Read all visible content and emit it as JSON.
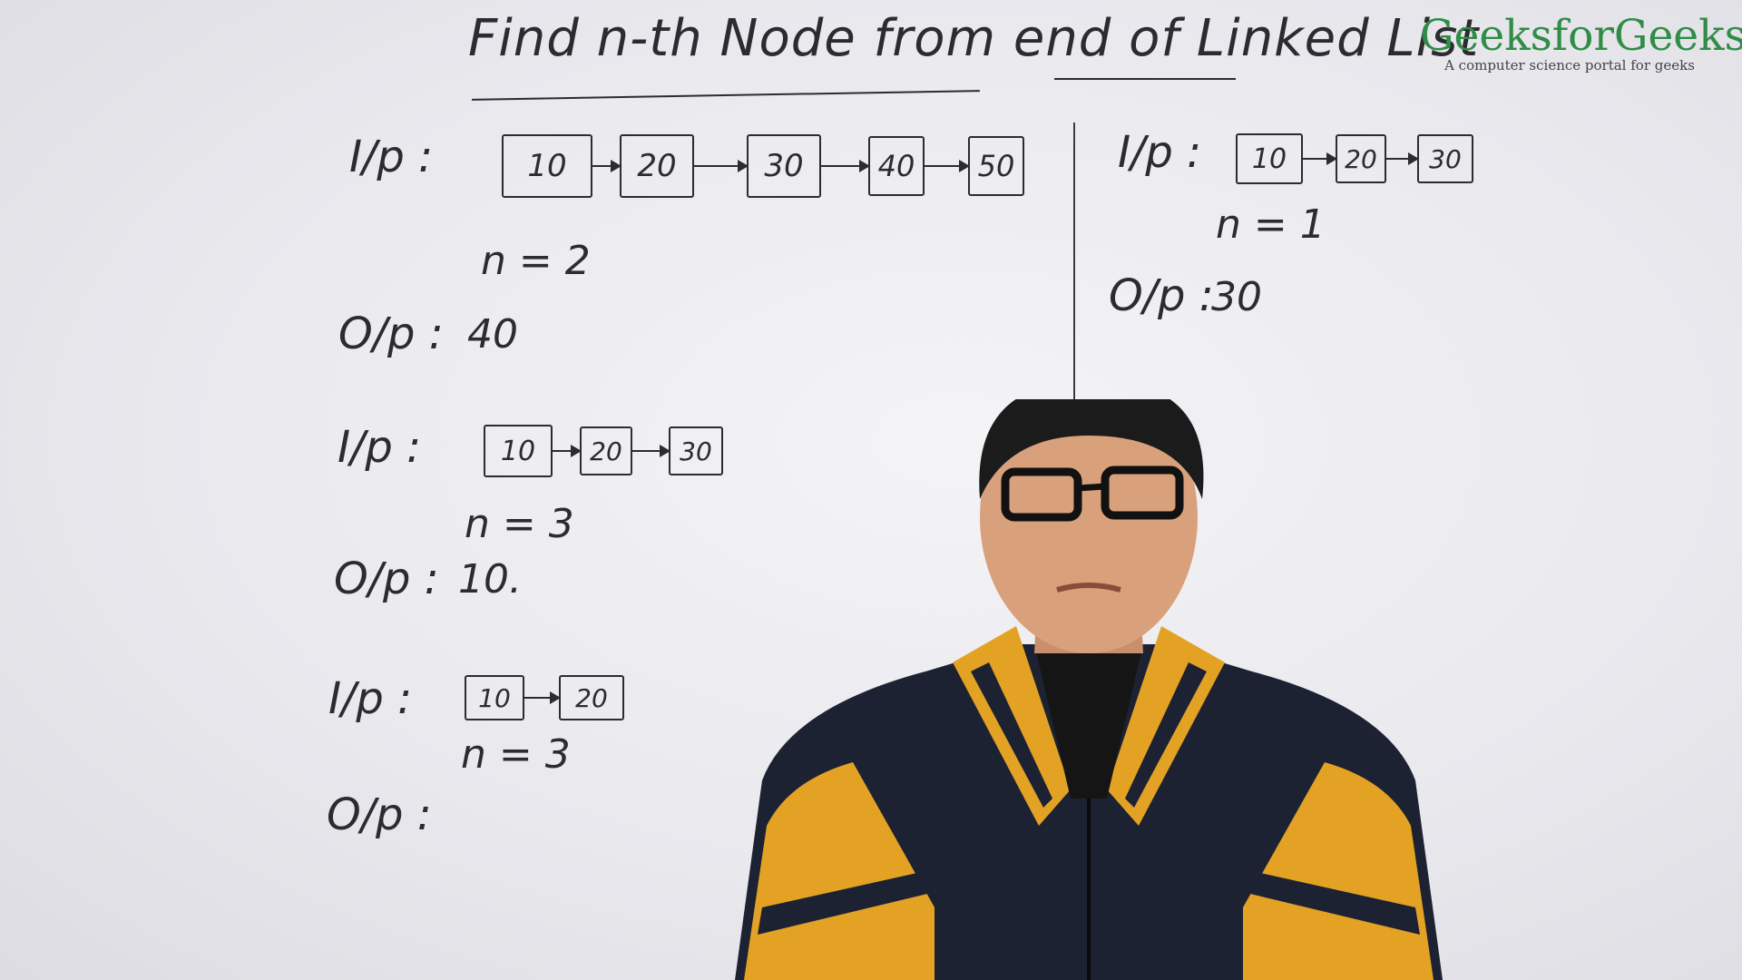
{
  "title": "Find n-th Node from end of Linked List",
  "logo": {
    "name": "GeeksforGeeks",
    "tagline": "A computer science portal for geeks",
    "color": "#2f8d46"
  },
  "examples": [
    {
      "input_label": "I/p :",
      "nodes": [
        "10",
        "20",
        "30",
        "40",
        "50"
      ],
      "n_text": "n = 2",
      "output_label": "O/p :",
      "output": "40"
    },
    {
      "input_label": "I/p :",
      "nodes": [
        "10",
        "20",
        "30"
      ],
      "n_text": "n = 3",
      "output_label": "O/p :",
      "output": "10."
    },
    {
      "input_label": "I/p :",
      "nodes": [
        "10",
        "20"
      ],
      "n_text": "n = 3",
      "output_label": "O/p :",
      "output": ""
    },
    {
      "input_label": "I/p :",
      "nodes": [
        "10",
        "20",
        "30"
      ],
      "n_text": "n = 1",
      "output_label": "O/p :",
      "output": "30"
    }
  ],
  "presenter": {
    "icon": "presenter-person-icon"
  }
}
